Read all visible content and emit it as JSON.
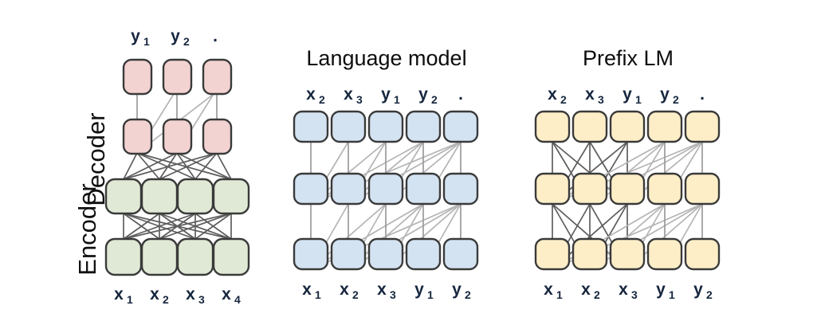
{
  "figure": {
    "type": "diagram",
    "description": "Schematic comparison of three Transformer attention-mask architectures: an encoder-decoder model, a language model, and a prefix language model.",
    "background_color": "#ffffff"
  },
  "colors": {
    "decoder_node": "#f2d3d1",
    "encoder_node": "#dfe9d5",
    "lm_node": "#d4e3f2",
    "prefix_node": "#fdeec8",
    "node_border": "#3a3a3a",
    "edge_dark": "#5d5d5d",
    "edge_light": "#b4b4b4",
    "title_text": "#0d0d0d",
    "token_text": "#16263e"
  },
  "panels": [
    {
      "id": "encoder-decoder",
      "title": "",
      "side_labels": [
        {
          "id": "decoder-label",
          "text": "Decoder"
        },
        {
          "id": "encoder-label",
          "text": "Encoder"
        }
      ],
      "top_tokens": [
        {
          "base": "y",
          "sub": "1"
        },
        {
          "base": "y",
          "sub": "2"
        },
        {
          "base": ".",
          "sub": ""
        }
      ],
      "bottom_tokens": [
        {
          "base": "x",
          "sub": "1"
        },
        {
          "base": "x",
          "sub": "2"
        },
        {
          "base": "x",
          "sub": "3"
        },
        {
          "base": "x",
          "sub": "4"
        }
      ],
      "rows": [
        {
          "id": "decoder-row-top",
          "count": 3,
          "fill": "#f2d3d1"
        },
        {
          "id": "decoder-row-bottom",
          "count": 3,
          "fill": "#f2d3d1"
        },
        {
          "id": "encoder-row-top",
          "count": 4,
          "fill": "#dfe9d5"
        },
        {
          "id": "encoder-row-bottom",
          "count": 4,
          "fill": "#dfe9d5"
        }
      ]
    },
    {
      "id": "language-model",
      "title": "Language model",
      "side_labels": [],
      "top_tokens": [
        {
          "base": "x",
          "sub": "2"
        },
        {
          "base": "x",
          "sub": "3"
        },
        {
          "base": "y",
          "sub": "1"
        },
        {
          "base": "y",
          "sub": "2"
        },
        {
          "base": ".",
          "sub": ""
        }
      ],
      "bottom_tokens": [
        {
          "base": "x",
          "sub": "1"
        },
        {
          "base": "x",
          "sub": "2"
        },
        {
          "base": "x",
          "sub": "3"
        },
        {
          "base": "y",
          "sub": "1"
        },
        {
          "base": "y",
          "sub": "2"
        }
      ],
      "rows": [
        {
          "id": "lm-row-top",
          "count": 5,
          "fill": "#d4e3f2"
        },
        {
          "id": "lm-row-middle",
          "count": 5,
          "fill": "#d4e3f2"
        },
        {
          "id": "lm-row-bottom",
          "count": 5,
          "fill": "#d4e3f2"
        }
      ]
    },
    {
      "id": "prefix-lm",
      "title": "Prefix LM",
      "side_labels": [],
      "top_tokens": [
        {
          "base": "x",
          "sub": "2"
        },
        {
          "base": "x",
          "sub": "3"
        },
        {
          "base": "y",
          "sub": "1"
        },
        {
          "base": "y",
          "sub": "2"
        },
        {
          "base": ".",
          "sub": ""
        }
      ],
      "bottom_tokens": [
        {
          "base": "x",
          "sub": "1"
        },
        {
          "base": "x",
          "sub": "2"
        },
        {
          "base": "x",
          "sub": "3"
        },
        {
          "base": "y",
          "sub": "1"
        },
        {
          "base": "y",
          "sub": "2"
        }
      ],
      "rows": [
        {
          "id": "prefix-row-top",
          "count": 5,
          "fill": "#fdeec8"
        },
        {
          "id": "prefix-row-middle",
          "count": 5,
          "fill": "#fdeec8"
        },
        {
          "id": "prefix-row-bottom",
          "count": 5,
          "fill": "#fdeec8"
        }
      ]
    }
  ]
}
